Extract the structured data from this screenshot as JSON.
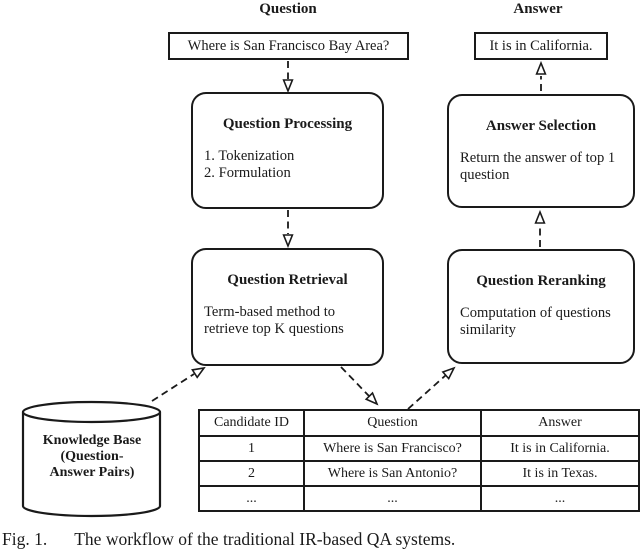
{
  "labels": {
    "question": "Question",
    "answer": "Answer"
  },
  "io": {
    "question": "Where is San Francisco Bay Area?",
    "answer": "It is in California."
  },
  "nodes": {
    "qp": {
      "title": "Question Processing",
      "line1": "1. Tokenization",
      "line2": "2. Formulation"
    },
    "as": {
      "title": "Answer Selection",
      "body": "Return the answer of top 1 question"
    },
    "qr": {
      "title": "Question Retrieval",
      "body": "Term-based method to retrieve top K questions"
    },
    "rr": {
      "title": "Question Reranking",
      "body": "Computation of questions similarity"
    }
  },
  "kb": {
    "line1": "Knowledge Base",
    "line2": "(Question-",
    "line3": "Answer Pairs)"
  },
  "table": {
    "headers": [
      "Candidate ID",
      "Question",
      "Answer"
    ],
    "rows": [
      [
        "1",
        "Where is San Francisco?",
        "It is in California."
      ],
      [
        "2",
        "Where is San Antonio?",
        "It is in Texas."
      ],
      [
        "...",
        "...",
        "..."
      ]
    ]
  },
  "caption": {
    "label": "Fig. 1.",
    "text": "The workflow of the traditional IR-based QA systems."
  },
  "colors": {
    "ink": "#1a1a1a",
    "background": "#ffffff"
  }
}
